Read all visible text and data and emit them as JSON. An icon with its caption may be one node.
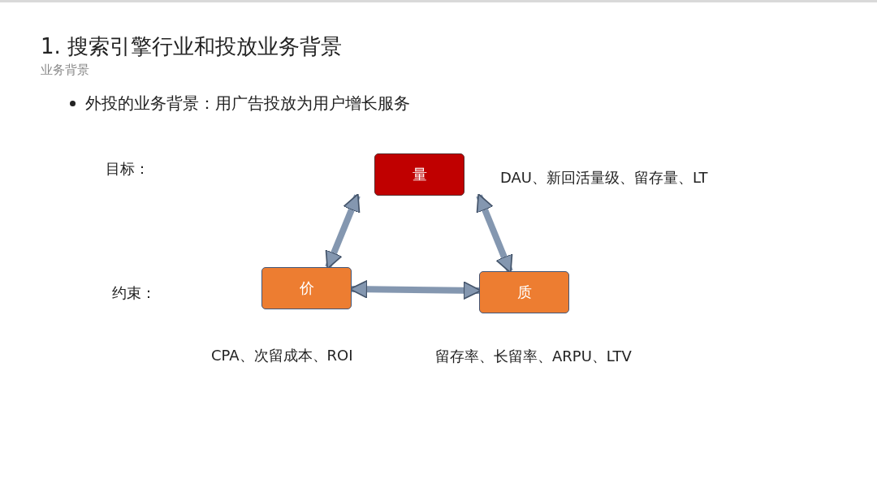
{
  "diagram": {
    "title": "1. 搜索引擎行业和投放业务背景",
    "nodes": [
      {
        "text": [
          "量"
        ],
        "beside": [
          "DAU、新回活量级、留存量、LT"
        ]
      },
      {
        "text": [
          "价"
        ],
        "beside": [
          "CPA、次留成本、ROI"
        ]
      },
      {
        "text": [
          "质"
        ],
        "beside": [
          "留存率、长留率、ARPU、LTV"
        ]
      }
    ],
    "edges": [
      {
        "from": 0,
        "to": 1,
        "arrow": "both"
      },
      {
        "from": 0,
        "to": 2,
        "arrow": "both"
      },
      {
        "from": 1,
        "to": 2,
        "arrow": "both"
      }
    ],
    "labels": [
      "业务背景",
      "外投的业务背景：用广告投放为用户增长服务",
      "目标：",
      "约束："
    ]
  }
}
